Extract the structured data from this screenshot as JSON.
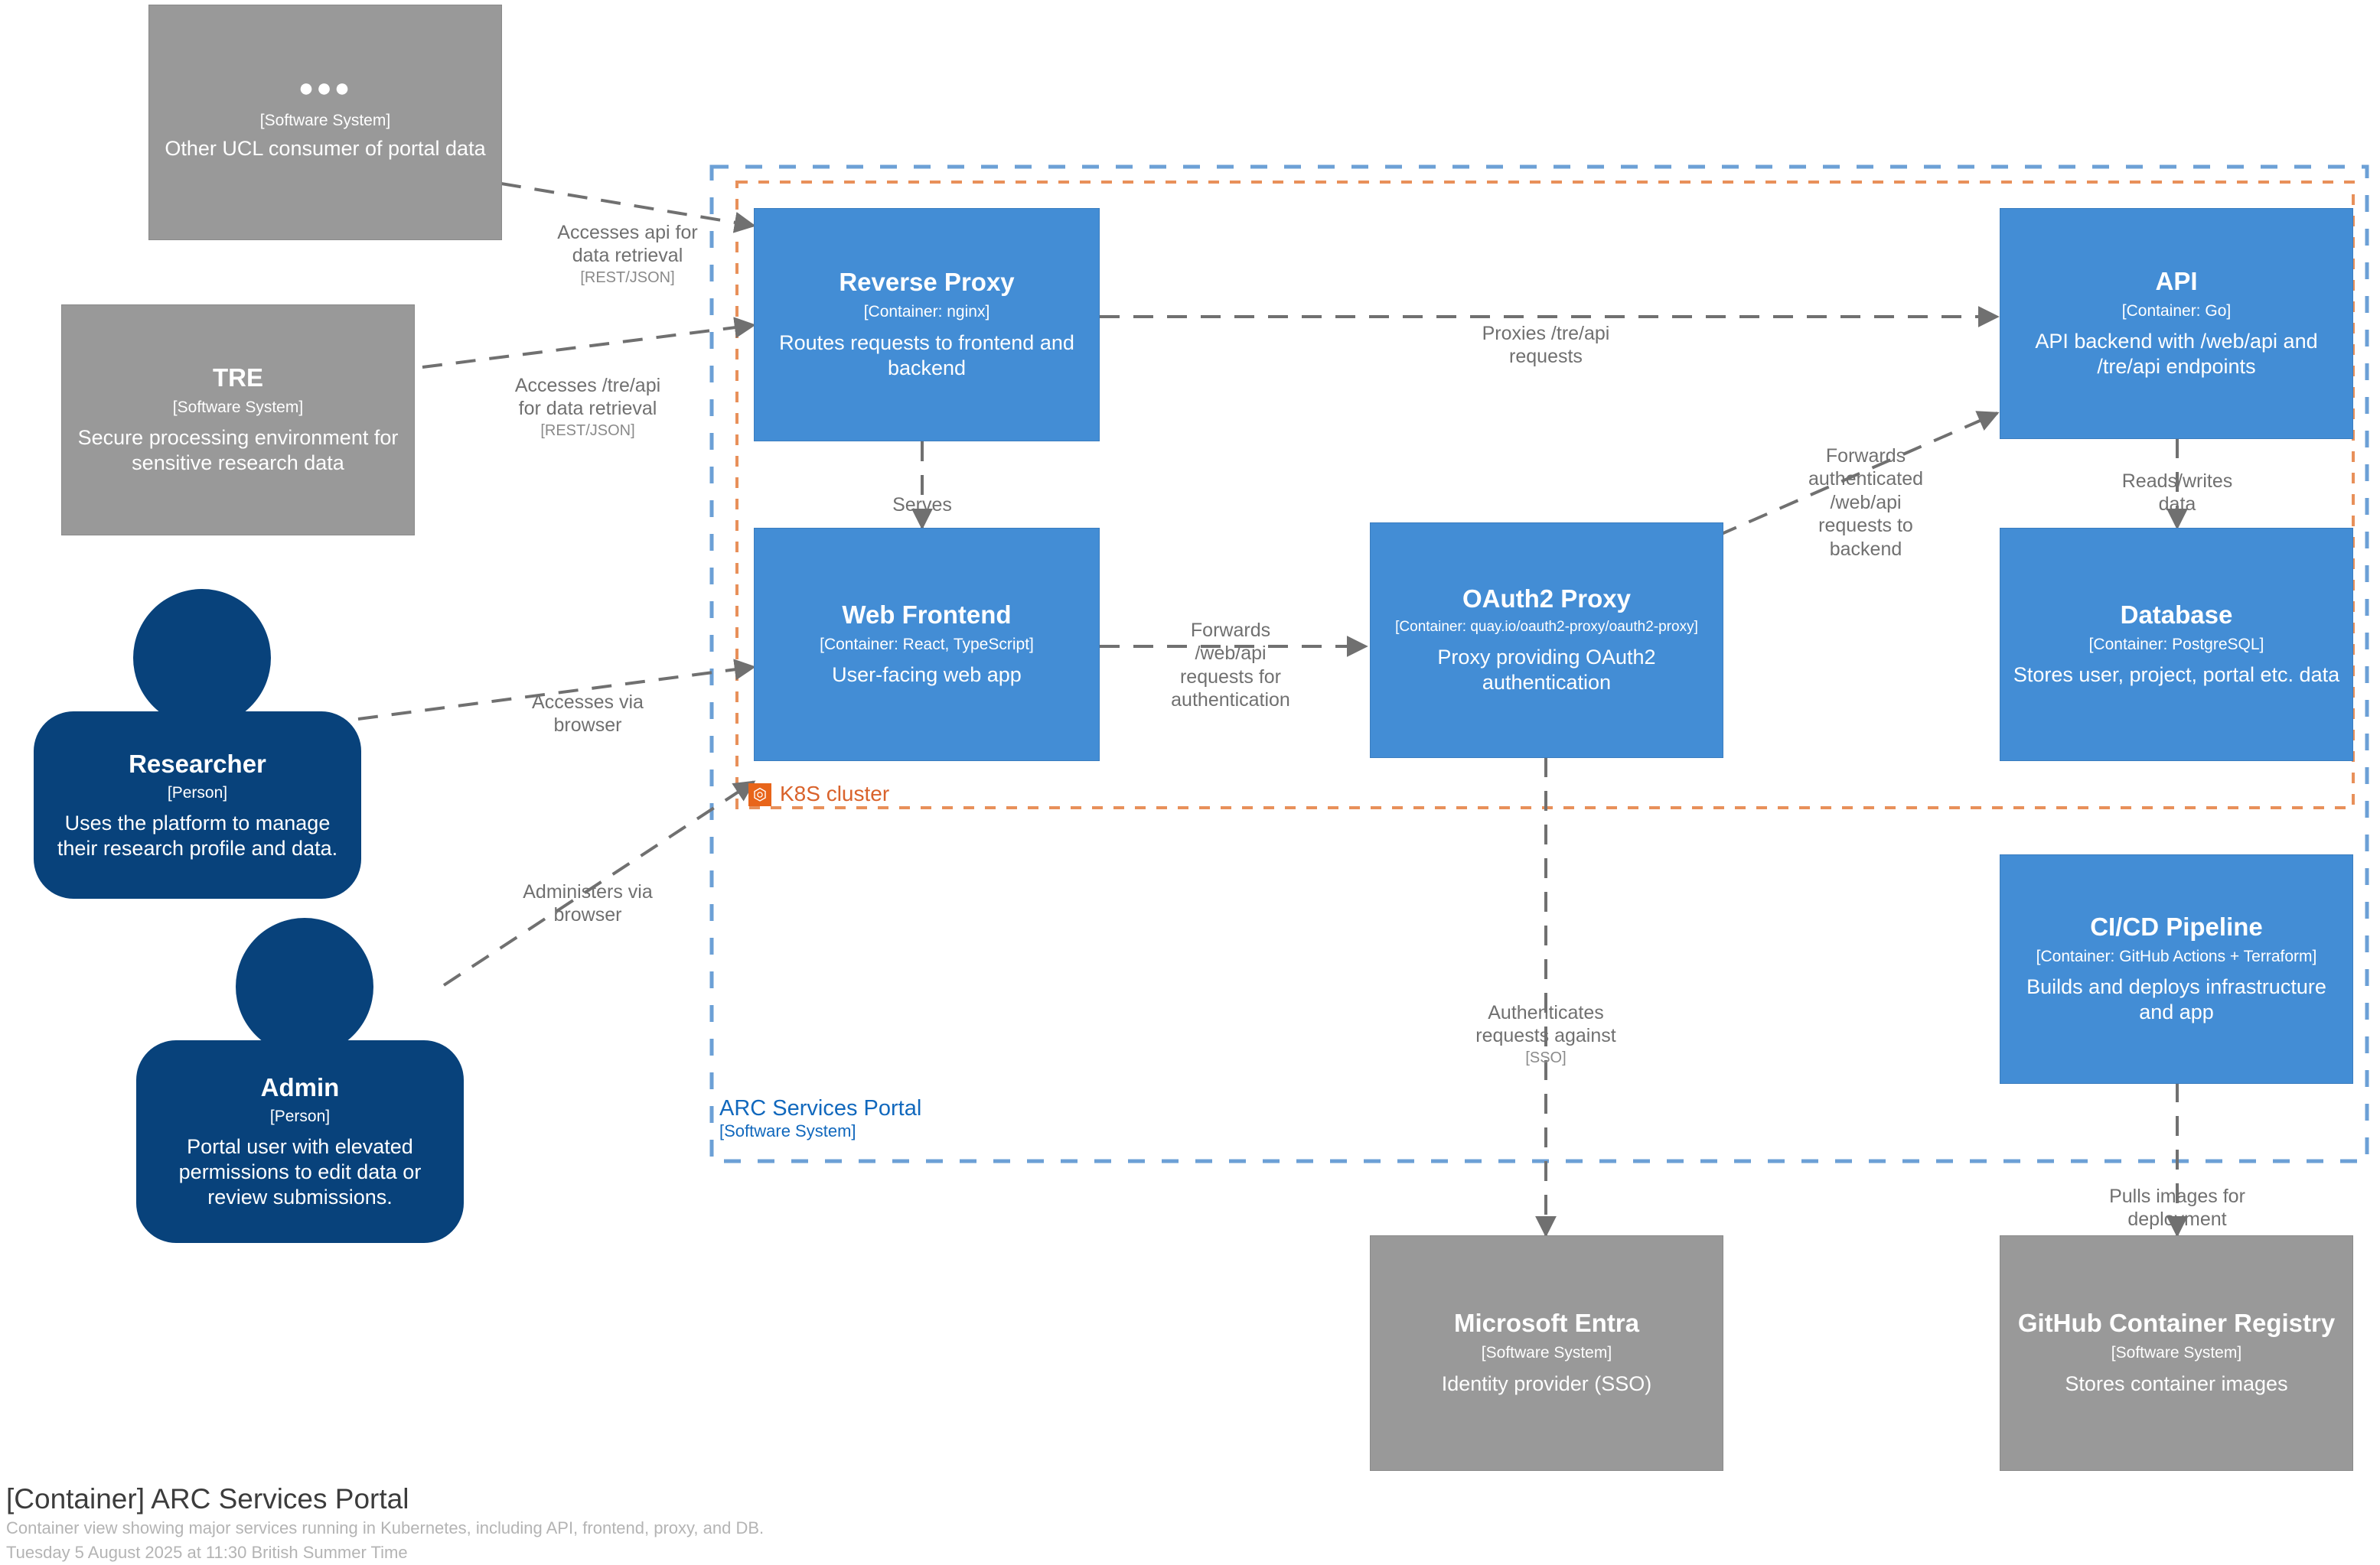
{
  "diagram": {
    "footer": {
      "title": "[Container] ARC Services Portal",
      "description": "Container view showing major services running in Kubernetes, including API, frontend, proxy, and DB.",
      "date": "Tuesday 5 August 2025 at 11:30 British Summer Time"
    },
    "boundaries": [
      {
        "id": "arc-services-portal",
        "name": "ARC Services Portal",
        "type": "[Software System]",
        "color": "#1168bd",
        "style": "dashed"
      },
      {
        "id": "k8s-cluster",
        "name": "K8S cluster",
        "type": "",
        "color": "#d9622b",
        "style": "dashed",
        "icon": "kubernetes-icon"
      }
    ],
    "nodes": [
      {
        "id": "other-ucl-consumer",
        "kind": "software-system",
        "dots": "●●●",
        "title": "Other UCL consumer of portal data",
        "tech": "[Software System]",
        "desc": "",
        "color": "#999999"
      },
      {
        "id": "tre",
        "kind": "software-system",
        "title": "TRE",
        "tech": "[Software System]",
        "desc": "Secure processing environment for sensitive research data",
        "color": "#999999"
      },
      {
        "id": "researcher",
        "kind": "person",
        "title": "Researcher",
        "tech": "[Person]",
        "desc": "Uses the platform to manage their research profile and data.",
        "color": "#08427b"
      },
      {
        "id": "admin",
        "kind": "person",
        "title": "Admin",
        "tech": "[Person]",
        "desc": "Portal user with elevated permissions to edit data or review submissions.",
        "color": "#08427b"
      },
      {
        "id": "reverse-proxy",
        "kind": "container",
        "title": "Reverse Proxy",
        "tech": "[Container: nginx]",
        "desc": "Routes requests to frontend and backend",
        "color": "#438dd5"
      },
      {
        "id": "web-frontend",
        "kind": "container",
        "title": "Web Frontend",
        "tech": "[Container: React, TypeScript]",
        "desc": "User-facing web app",
        "color": "#438dd5"
      },
      {
        "id": "oauth2-proxy",
        "kind": "container",
        "title": "OAuth2 Proxy",
        "tech": "[Container: quay.io/oauth2-proxy/oauth2-proxy]",
        "desc": "Proxy providing OAuth2 authentication",
        "color": "#438dd5"
      },
      {
        "id": "api",
        "kind": "container",
        "title": "API",
        "tech": "[Container: Go]",
        "desc": "API backend with /web/api and /tre/api endpoints",
        "color": "#438dd5"
      },
      {
        "id": "database",
        "kind": "container",
        "title": "Database",
        "tech": "[Container: PostgreSQL]",
        "desc": "Stores user, project, portal etc. data",
        "color": "#438dd5"
      },
      {
        "id": "cicd-pipeline",
        "kind": "container",
        "title": "CI/CD Pipeline",
        "tech": "[Container: GitHub Actions + Terraform]",
        "desc": "Builds and deploys infrastructure and app",
        "color": "#438dd5"
      },
      {
        "id": "microsoft-entra",
        "kind": "software-system",
        "title": "Microsoft Entra",
        "tech": "[Software System]",
        "desc": "Identity provider (SSO)",
        "color": "#999999"
      },
      {
        "id": "github-container-registry",
        "kind": "software-system",
        "title": "GitHub Container Registry",
        "tech": "[Software System]",
        "desc": "Stores container images",
        "color": "#999999"
      }
    ],
    "edges": [
      {
        "id": "other-ucl-to-reverse-proxy",
        "from": "other-ucl-consumer",
        "to": "reverse-proxy",
        "label": "Accesses api for\ndata retrieval",
        "tech": "[REST/JSON]"
      },
      {
        "id": "tre-to-reverse-proxy",
        "from": "tre",
        "to": "reverse-proxy",
        "label": "Accesses /tre/api\nfor data retrieval",
        "tech": "[REST/JSON]"
      },
      {
        "id": "researcher-to-web-frontend",
        "from": "researcher",
        "to": "web-frontend",
        "label": "Accesses via\nbrowser",
        "tech": ""
      },
      {
        "id": "admin-to-web-frontend",
        "from": "admin",
        "to": "web-frontend",
        "label": "Administers via\nbrowser",
        "tech": ""
      },
      {
        "id": "reverse-proxy-to-web-frontend",
        "from": "reverse-proxy",
        "to": "web-frontend",
        "label": "Serves",
        "tech": ""
      },
      {
        "id": "reverse-proxy-to-api",
        "from": "reverse-proxy",
        "to": "api",
        "label": "Proxies /tre/api\nrequests",
        "tech": ""
      },
      {
        "id": "web-frontend-to-oauth2-proxy",
        "from": "web-frontend",
        "to": "oauth2-proxy",
        "label": "Forwards\n/web/api\nrequests for\nauthentication",
        "tech": ""
      },
      {
        "id": "oauth2-proxy-to-api",
        "from": "oauth2-proxy",
        "to": "api",
        "label": "Forwards\nauthenticated\n/web/api\nrequests to\nbackend",
        "tech": ""
      },
      {
        "id": "api-to-database",
        "from": "api",
        "to": "database",
        "label": "Reads/writes\ndata",
        "tech": ""
      },
      {
        "id": "oauth2-proxy-to-entra",
        "from": "oauth2-proxy",
        "to": "microsoft-entra",
        "label": "Authenticates\nrequests against",
        "tech": "[SSO]"
      },
      {
        "id": "cicd-to-registry",
        "from": "cicd-pipeline",
        "to": "github-container-registry",
        "label": "Pulls images for\ndeployment",
        "tech": ""
      }
    ]
  }
}
